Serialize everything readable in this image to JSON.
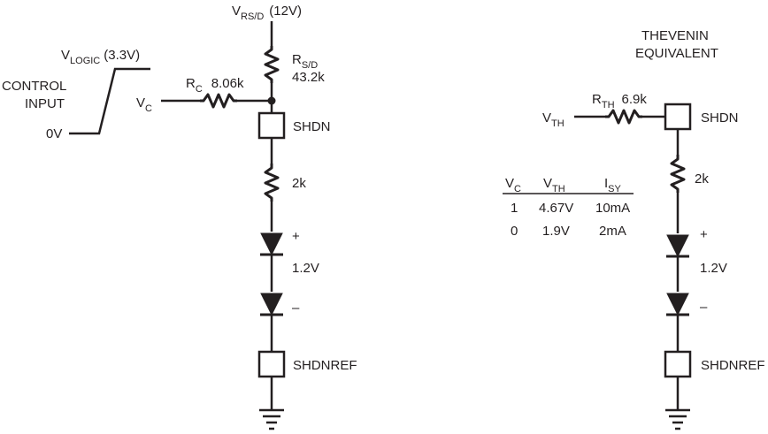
{
  "left": {
    "supply": {
      "v": "V",
      "sub": "RS/D",
      "value": "(12V)"
    },
    "rsd": {
      "name": "R",
      "sub": "S/D",
      "value": "43.2k"
    },
    "vlogic": {
      "v": "V",
      "sub": "LOGIC",
      "value": "(3.3V)"
    },
    "control_line1": "CONTROL",
    "control_line2": "INPUT",
    "zero_v": "0V",
    "vc": {
      "v": "V",
      "sub": "C"
    },
    "rc": {
      "name": "R",
      "sub": "C",
      "value": "8.06k"
    },
    "shdn": "SHDN",
    "r2k": "2k",
    "plus": "+",
    "v12": "1.2V",
    "minus": "–",
    "shdnref": "SHDNREF"
  },
  "right": {
    "title_line1": "THEVENIN",
    "title_line2": "EQUIVALENT",
    "vth": {
      "v": "V",
      "sub": "TH"
    },
    "rth": {
      "name": "R",
      "sub": "TH",
      "value": "6.9k"
    },
    "shdn": "SHDN",
    "r2k": "2k",
    "plus": "+",
    "v12": "1.2V",
    "minus": "–",
    "shdnref": "SHDNREF"
  },
  "table": {
    "headers": [
      {
        "v": "V",
        "sub": "C"
      },
      {
        "v": "V",
        "sub": "TH"
      },
      {
        "v": "I",
        "sub": "SY"
      }
    ],
    "rows": [
      [
        "1",
        "4.67V",
        "10mA"
      ],
      [
        "0",
        "1.9V",
        "2mA"
      ]
    ]
  }
}
